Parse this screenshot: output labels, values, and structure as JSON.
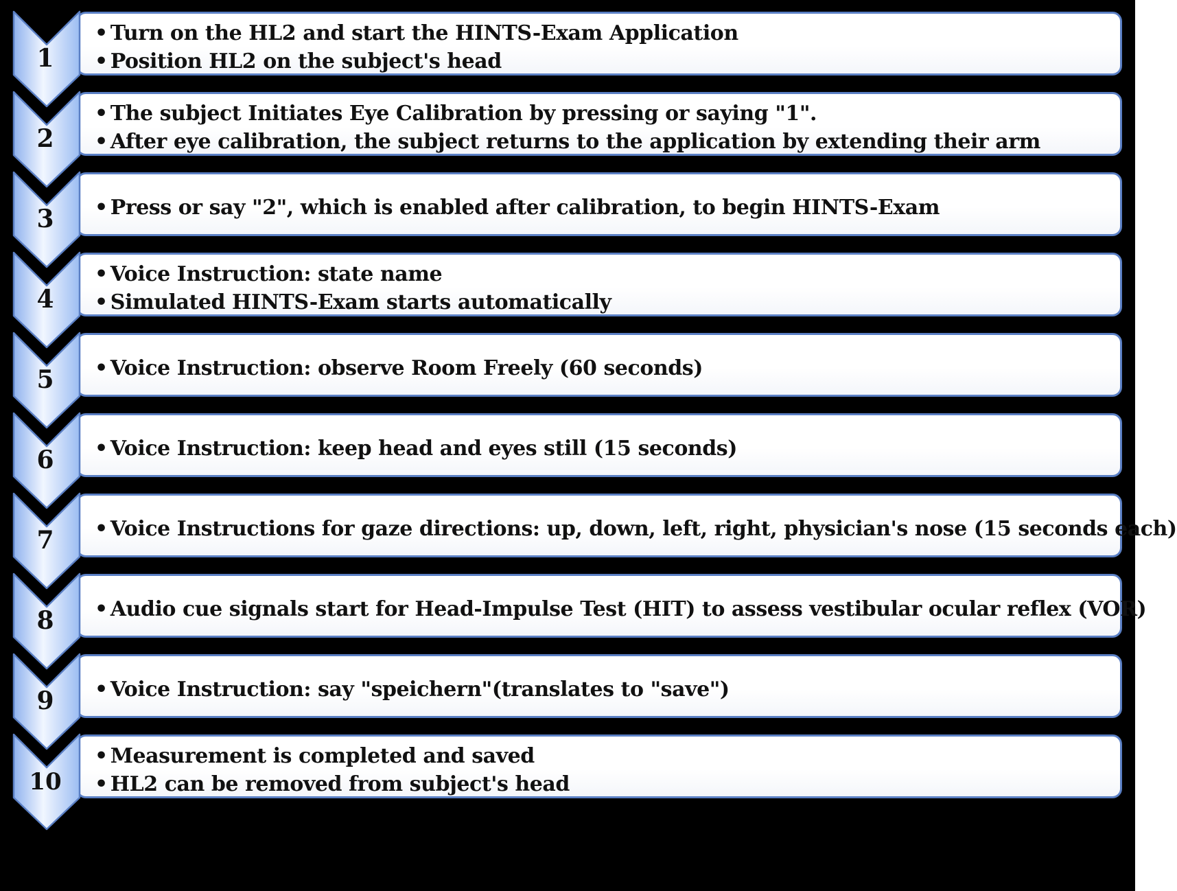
{
  "colors": {
    "background": "#000000",
    "chevron_light": "#f1f6ff",
    "chevron_dark": "#8fb2ee",
    "box_border": "#5a7fc4",
    "box_fill": "#ffffff",
    "text": "#111111"
  },
  "steps": [
    {
      "number": "1",
      "lines": [
        "Turn on the HL2 and start the HINTS-Exam Application",
        "Position HL2 on the subject's head"
      ]
    },
    {
      "number": "2",
      "lines": [
        "The subject Initiates Eye Calibration by pressing or saying \"1\".",
        "After eye calibration,  the subject returns to the application by extending their arm"
      ]
    },
    {
      "number": "3",
      "lines": [
        "Press or say \"2\", which is enabled after calibration, to begin HINTS-Exam"
      ]
    },
    {
      "number": "4",
      "lines": [
        "Voice Instruction: state name",
        "Simulated HINTS-Exam starts automatically"
      ]
    },
    {
      "number": "5",
      "lines": [
        "Voice Instruction: observe Room Freely (60 seconds)"
      ]
    },
    {
      "number": "6",
      "lines": [
        "Voice Instruction: keep head and eyes still (15 seconds)"
      ]
    },
    {
      "number": "7",
      "lines": [
        "Voice Instructions for gaze directions: up, down, left, right, physician's nose (15 seconds each)"
      ]
    },
    {
      "number": "8",
      "lines": [
        "Audio cue signals start for Head-Impulse Test (HIT) to assess vestibular ocular reflex (VOR)"
      ]
    },
    {
      "number": "9",
      "lines": [
        "Voice Instruction: say \"speichern\"(translates to \"save\")"
      ]
    },
    {
      "number": "10",
      "lines": [
        "Measurement is completed and saved",
        "HL2 can be removed from subject's head"
      ]
    }
  ]
}
